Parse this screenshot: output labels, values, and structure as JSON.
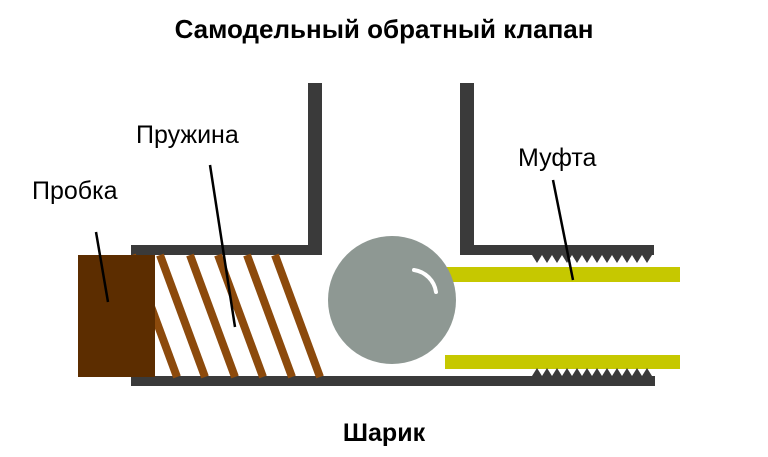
{
  "title": "Самодельный обратный клапан",
  "labels": {
    "plug": "Пробка",
    "spring": "Пружина",
    "coupling": "Муфта",
    "ball": "Шарик"
  },
  "colors": {
    "pipe": "#3a3a3a",
    "plug": "#5c2d00",
    "spring": "#8c4a0c",
    "ball": "#8e9893",
    "coupling": "#c6c800"
  }
}
